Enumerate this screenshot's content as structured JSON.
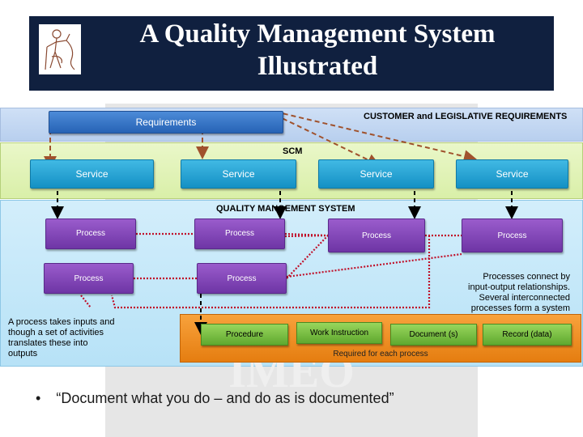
{
  "title": {
    "line1": "A Quality Management System",
    "line2": "Illustrated"
  },
  "watermark": "IMEO",
  "bands": {
    "customer": "CUSTOMER and LEGISLATIVE REQUIREMENTS",
    "scm": "SCM",
    "qms": "QUALITY MANGEMENT SYSTEM"
  },
  "requirements": {
    "label": "Requirements"
  },
  "services": [
    {
      "label": "Service"
    },
    {
      "label": "Service"
    },
    {
      "label": "Service"
    },
    {
      "label": "Service"
    }
  ],
  "processes": [
    {
      "label": "Process"
    },
    {
      "label": "Process"
    },
    {
      "label": "Process"
    },
    {
      "label": "Process"
    },
    {
      "label": "Process"
    },
    {
      "label": "Process"
    }
  ],
  "documents": {
    "items": [
      {
        "label": "Procedure"
      },
      {
        "label": "Work Instruction"
      },
      {
        "label": "Document (s)"
      },
      {
        "label": "Record (data)"
      }
    ],
    "caption": "Required for each process"
  },
  "notes": {
    "right": [
      "Processes connect by",
      "input-output relationships.",
      "Several interconnected",
      "processes form a system"
    ],
    "left": [
      "A process takes inputs and",
      "though a set of activities",
      "translates these into",
      "outputs"
    ]
  },
  "bullet": {
    "symbol": "•",
    "text": "“Document what you do – and do as is documented”"
  },
  "colors": {
    "title_bg": "#10203f",
    "arrow_brown": "#a0522d",
    "link_red": "#c0102a"
  }
}
